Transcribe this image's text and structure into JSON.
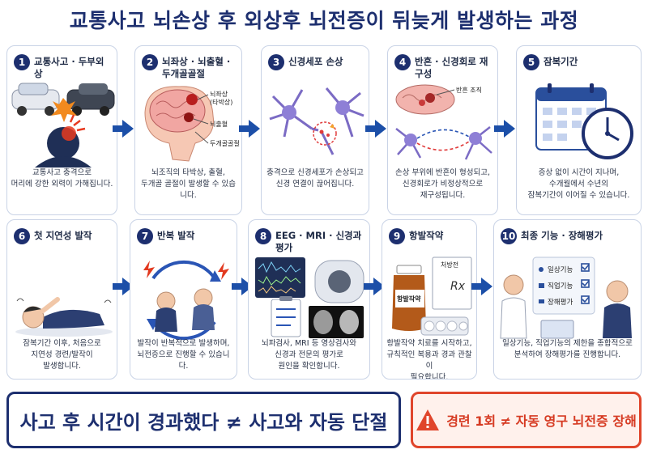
{
  "title": "교통사고 뇌손상 후 외상후 뇌전증이 뒤늦게 발생하는 과정",
  "steps": [
    {
      "num": "1",
      "label": "교통사고 · 두부외상",
      "desc": "교통사고 충격으로\n머리에 강한 외력이 가해집니다."
    },
    {
      "num": "2",
      "label": "뇌좌상 · 뇌출혈 · 두개골골절",
      "desc": "뇌조직의 타박상, 출혈,\n두개골 골절이 발생할 수 있습니다.",
      "callouts": [
        "뇌좌상",
        "(타박상)",
        "뇌출혈",
        "두개골골절"
      ]
    },
    {
      "num": "3",
      "label": "신경세포 손상",
      "desc": "충격으로 신경세포가 손상되고\n신경 연결이 끊어집니다."
    },
    {
      "num": "4",
      "label": "반흔 · 신경회로 재구성",
      "desc": "손상 부위에 반흔이 형성되고,\n신경회로가 비정상적으로\n재구성됩니다.",
      "callouts": [
        "반흔 조직"
      ]
    },
    {
      "num": "5",
      "label": "잠복기간",
      "desc": "증상 없이 시간이 지나며,\n수개월에서 수년의\n잠복기간이 이어질 수 있습니다."
    },
    {
      "num": "6",
      "label": "첫 지연성 발작",
      "desc": "잠복기간 이후, 처음으로\n지연성 경련/발작이\n발생합니다."
    },
    {
      "num": "7",
      "label": "반복 발작",
      "desc": "발작이 반복적으로 발생하며,\n뇌전증으로 진행할 수 있습니다."
    },
    {
      "num": "8",
      "label": "EEG · MRI · 신경과 평가",
      "desc": "뇌파검사, MRI 등 영상검사와\n신경과 전문의 평가로\n원인을 확인합니다."
    },
    {
      "num": "9",
      "label": "항발작약",
      "desc": "항발작약 치료를 시작하고,\n규칙적인 복용과 경과 관찰이\n필요합니다.",
      "callouts": [
        "처방전",
        "항발작약",
        "Rx"
      ]
    },
    {
      "num": "10",
      "label": "최종 기능 · 장해평가",
      "desc": "일상기능, 직업기능의 제한을 종합적으로\n분석하여 장해평가를 진행합니다.",
      "callouts": [
        "일상기능",
        "직업기능",
        "장해평가"
      ]
    }
  ],
  "bottom": {
    "left_text": "사고 후 시간이 경과했다 ≠ 사고와 자동 단절",
    "right_text": "경련 1회 ≠ 자동 영구 뇌전증 장해"
  },
  "colors": {
    "navy": "#1d2f6f",
    "arrow": "#1c4fa8",
    "warn": "#e0452b"
  }
}
